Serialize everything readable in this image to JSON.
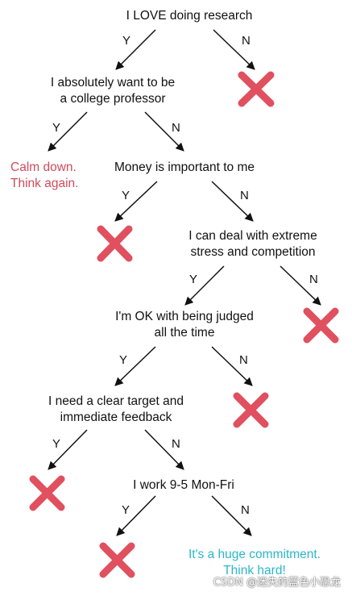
{
  "nodes": {
    "n1": [
      "I LOVE doing research"
    ],
    "n2": [
      "I absolutely want to be",
      "a college professor"
    ],
    "n3": [
      "Money is important to me"
    ],
    "n4": [
      "I can deal with extreme",
      "stress and competition"
    ],
    "n5": [
      "I'm OK with being judged",
      "all the time"
    ],
    "n6": [
      "I need a clear target and",
      "immediate feedback"
    ],
    "n7": [
      "I work 9-5 Mon-Fri"
    ]
  },
  "outcomes": {
    "calm_down": [
      "Calm down.",
      "Think again."
    ],
    "commitment": [
      "It's a huge commitment.",
      "Think hard!"
    ]
  },
  "labels": {
    "yes": "Y",
    "no": "N"
  },
  "watermark": "CSDN @迷失的蓝色小恐龙",
  "colors": {
    "cross": "#e0505f",
    "advice_red": "#cf4b5c",
    "advice_cyan": "#2bb6c9",
    "text": "#111111"
  },
  "icons": {
    "reject": "cross-icon"
  }
}
